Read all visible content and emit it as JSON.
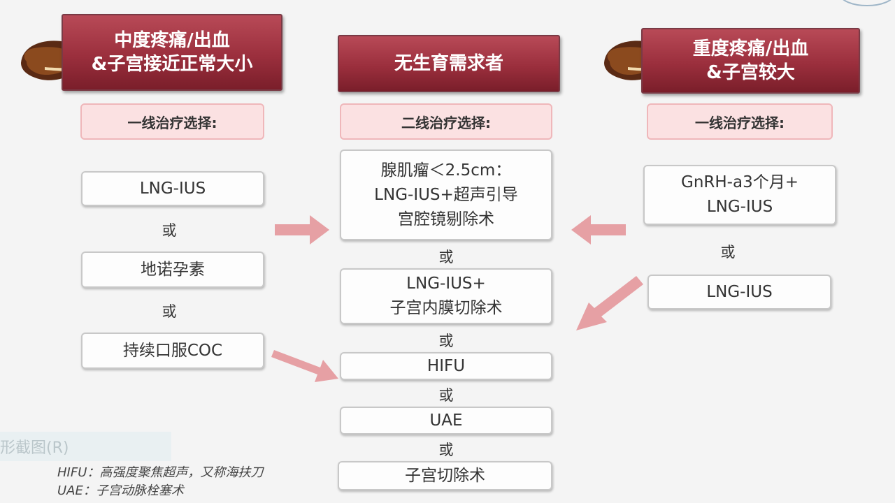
{
  "left": {
    "header": "中度疼痛/出血\n&子宫接近正常大小",
    "sub": "一线治疗选择:",
    "options": [
      "LNG-IUS",
      "地诺孕素",
      "持续口服COC"
    ]
  },
  "center": {
    "header": "无生育需求者",
    "sub": "二线治疗选择:",
    "options": [
      "腺肌瘤＜2.5cm：\nLNG-IUS+超声引导\n宫腔镜剔除术",
      "LNG-IUS+\n子宫内膜切除术",
      "HIFU",
      "UAE",
      "子宫切除术"
    ]
  },
  "right": {
    "header": "重度疼痛/出血\n&子宫较大",
    "sub": "一线治疗选择:",
    "options": [
      "GnRH-a3个月+\nLNG-IUS",
      "LNG-IUS"
    ]
  },
  "or_label": "或",
  "footnotes": {
    "hifu": "HIFU：高强度聚焦超声，又称海扶刀",
    "uae": "UAE：子宫动脉栓塞术"
  },
  "ghost_text": "形截图(R)",
  "colors": {
    "header": "#9b2f3d",
    "sub_fill": "#fbe1e2",
    "arrow": "#e6a0a4",
    "leaf": "#5a2a14"
  }
}
